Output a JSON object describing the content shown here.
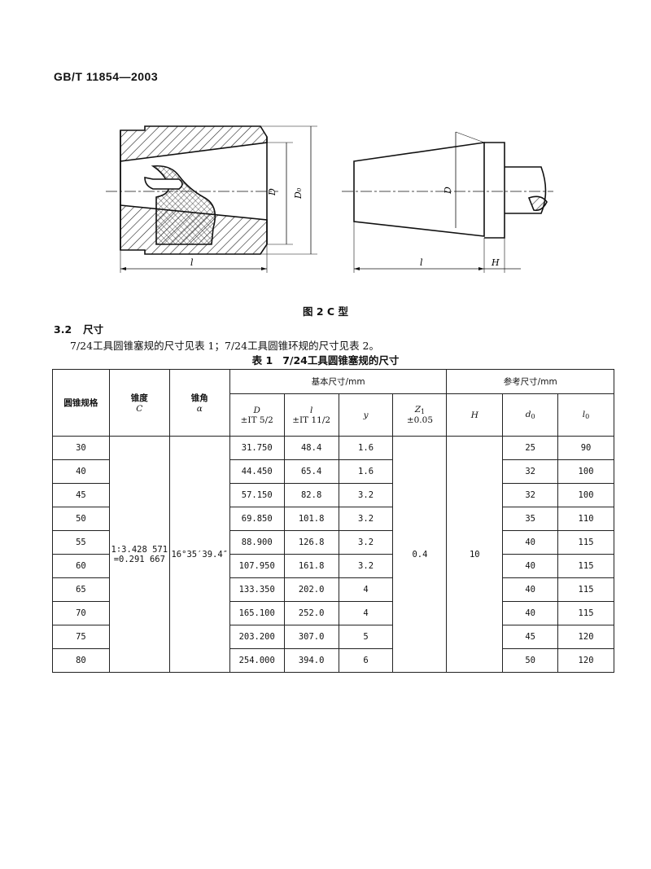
{
  "doc_header": "GB/T 11854—2003",
  "figure": {
    "caption": "图 2   C 型",
    "labels": {
      "D": "D",
      "D0": "D₀",
      "l_left": "l",
      "l_right": "l",
      "D_right": "D",
      "H": "H"
    }
  },
  "section": {
    "number": "3.2",
    "title": "尺寸",
    "paragraph": "7/24工具圆锥塞规的尺寸见表 1；7/24工具圆锥环规的尺寸见表 2。"
  },
  "table": {
    "label": "表 1",
    "title": "7/24工具圆锥塞规的尺寸",
    "headers": {
      "spec": "圆锥规格",
      "taper": "锥度",
      "taper_sym": "C",
      "angle": "锥角",
      "angle_sym": "α",
      "basic_group": "基本尺寸/mm",
      "ref_group": "参考尺寸/mm",
      "D": "D",
      "D_tol": "±IT 5/2",
      "l": "l",
      "l_tol": "±IT 11/2",
      "y": "y",
      "Z1": "Z",
      "Z1_sub": "1",
      "Z1_tol": "±0.05",
      "H": "H",
      "d0": "d",
      "d0_sub": "0",
      "l0": "l",
      "l0_sub": "0"
    },
    "merged": {
      "taper_line1": "1∶3.428 571",
      "taper_line2": "=0.291 667",
      "angle": "16°35′39.4″",
      "Z1": "0.4",
      "H": "10"
    },
    "rows": [
      {
        "spec": "30",
        "D": "31.750",
        "l": "48.4",
        "y": "1.6",
        "d0": "25",
        "l0": "90"
      },
      {
        "spec": "40",
        "D": "44.450",
        "l": "65.4",
        "y": "1.6",
        "d0": "32",
        "l0": "100"
      },
      {
        "spec": "45",
        "D": "57.150",
        "l": "82.8",
        "y": "3.2",
        "d0": "32",
        "l0": "100"
      },
      {
        "spec": "50",
        "D": "69.850",
        "l": "101.8",
        "y": "3.2",
        "d0": "35",
        "l0": "110"
      },
      {
        "spec": "55",
        "D": "88.900",
        "l": "126.8",
        "y": "3.2",
        "d0": "40",
        "l0": "115"
      },
      {
        "spec": "60",
        "D": "107.950",
        "l": "161.8",
        "y": "3.2",
        "d0": "40",
        "l0": "115"
      },
      {
        "spec": "65",
        "D": "133.350",
        "l": "202.0",
        "y": "4",
        "d0": "40",
        "l0": "115"
      },
      {
        "spec": "70",
        "D": "165.100",
        "l": "252.0",
        "y": "4",
        "d0": "40",
        "l0": "115"
      },
      {
        "spec": "75",
        "D": "203.200",
        "l": "307.0",
        "y": "5",
        "d0": "45",
        "l0": "120"
      },
      {
        "spec": "80",
        "D": "254.000",
        "l": "394.0",
        "y": "6",
        "d0": "50",
        "l0": "120"
      }
    ]
  }
}
